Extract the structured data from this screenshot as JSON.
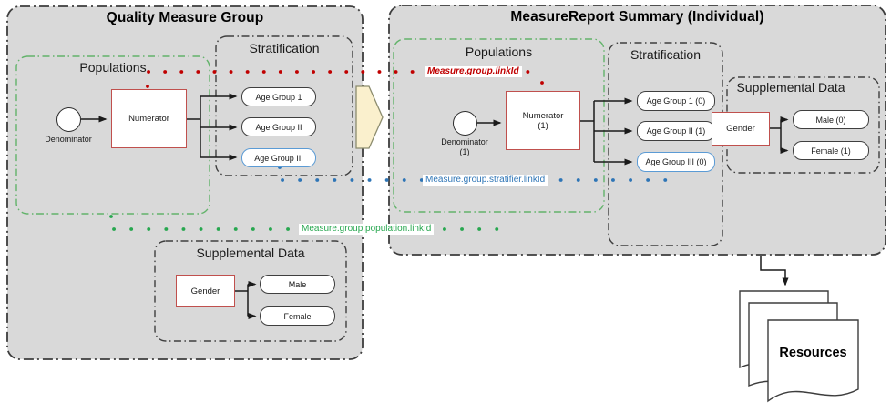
{
  "diagram": {
    "left": {
      "title": "Quality Measure Group",
      "populations_label": "Populations",
      "denominator_label": "Denominator",
      "numerator_label": "Numerator",
      "stratification_label": "Stratification",
      "age_groups": [
        "Age Group 1",
        "Age Group II",
        "Age Group III"
      ],
      "supplemental_label": "Supplemental Data",
      "gender_label": "Gender",
      "male_label": "Male",
      "female_label": "Female"
    },
    "right": {
      "title": "MeasureReport Summary (Individual)",
      "populations_label": "Populations",
      "denominator_line1": "Denominator",
      "denominator_line2": "(1)",
      "numerator_line1": "Numerator",
      "numerator_line2": "(1)",
      "stratification_label": "Stratification",
      "age_groups": [
        "Age Group 1 (0)",
        "Age Group II (1)",
        "Age Group III (0)"
      ],
      "supplemental_label": "Supplemental Data",
      "gender_label": "Gender",
      "male_label": "Male (0)",
      "female_label": "Female (1)"
    },
    "links": {
      "red": "Measure.group.linkId",
      "blue": "Measure.group.stratifier.linkId",
      "green": "Measure.group.population.linkId"
    },
    "resources_label": "Resources",
    "colors": {
      "surface_gray": "#D9D9D9",
      "outline_dark": "#3d3d3d",
      "population_green_border": "#62B36A",
      "link_red": "#C00000",
      "link_blue": "#2E75B6",
      "link_green": "#27A74F",
      "node_red_border": "#C0504D",
      "age3_blue_border": "#5B9BD5",
      "transform_yellow": "#FAF0CD"
    }
  }
}
